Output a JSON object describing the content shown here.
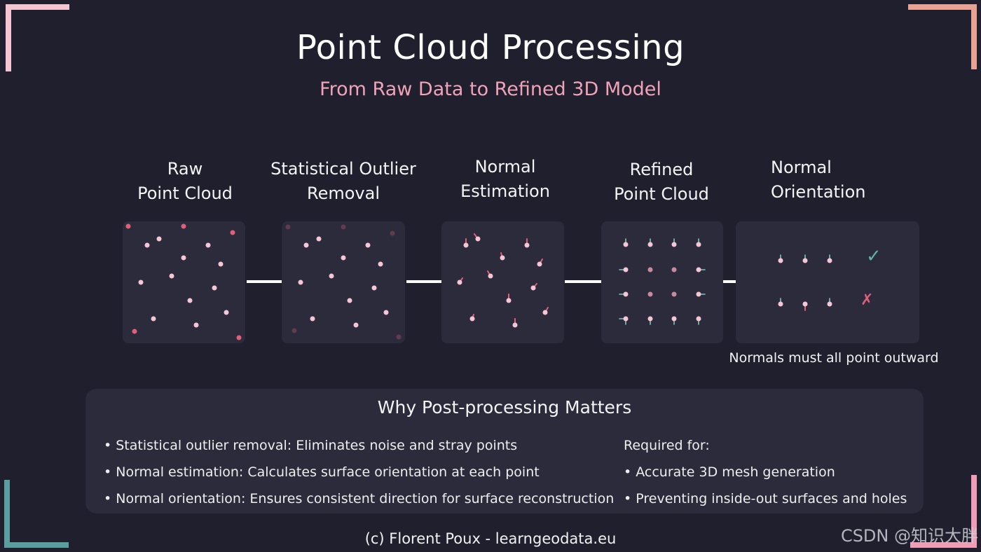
{
  "header": {
    "title": "Point Cloud Processing",
    "subtitle": "From Raw Data to Refined 3D Model"
  },
  "stages": [
    {
      "line1": "Raw",
      "line2": "Point Cloud"
    },
    {
      "line1": "Statistical Outlier",
      "line2": "Removal"
    },
    {
      "line1": "Normal",
      "line2": "Estimation"
    },
    {
      "line1": "Refined",
      "line2": "Point Cloud"
    },
    {
      "line1": "Normal",
      "line2": "Orientation"
    }
  ],
  "orientation": {
    "correct_mark": "✓",
    "incorrect_mark": "✗",
    "note": "Normals must all point outward"
  },
  "why": {
    "title": "Why Post-processing Matters",
    "points": [
      "• Statistical outlier removal: Eliminates noise and stray points",
      "• Normal estimation: Calculates surface orientation at each point",
      "• Normal orientation: Ensures consistent direction for surface reconstruction"
    ],
    "required_title": "Required for:",
    "required": [
      "• Accurate 3D mesh generation",
      "• Preventing inside-out surfaces and holes"
    ]
  },
  "footer": "(c) Florent Poux - learngeodata.eu",
  "watermark": "CSDN @知识大胖",
  "colors": {
    "background": "#1f1f2e",
    "panel": "#2b2b3b",
    "point": "#f7c6d4",
    "outlier": "#e0607a",
    "normal_teal": "#7ec8c0",
    "normal_pink": "#e0607a",
    "subtitle": "#f0a3b8",
    "check": "#5fb3a8",
    "cross": "#e0607a"
  }
}
